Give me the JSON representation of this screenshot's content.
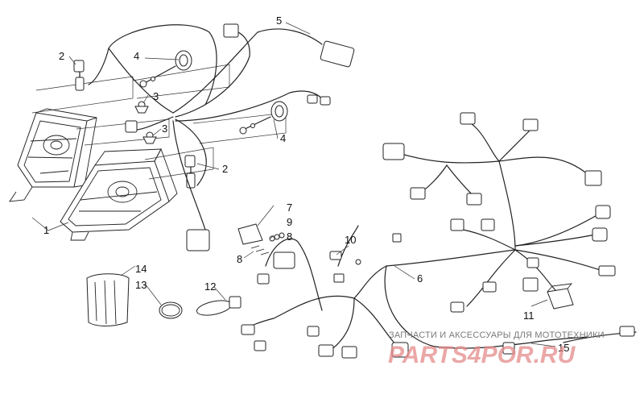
{
  "callouts": {
    "c1": "1",
    "c2a": "2",
    "c2b": "2",
    "c3a": "3",
    "c3b": "3",
    "c4a": "4",
    "c4b": "4",
    "c5": "5",
    "c6": "6",
    "c7": "7",
    "c8a": "8",
    "c8b": "8",
    "c9": "9",
    "c10": "10",
    "c11": "11",
    "c12": "12",
    "c13": "13",
    "c14": "14",
    "c15": "15"
  },
  "watermark": {
    "tagline": "ЗАПЧАСТИ И АКСЕССУАРЫ ДЛЯ МОТОТЕХНИКИ",
    "logo": "PARTS4POR.RU"
  },
  "colors": {
    "line": "#222222",
    "watermark_logo": "#e58a8a",
    "watermark_text": "#7a7a7a"
  }
}
